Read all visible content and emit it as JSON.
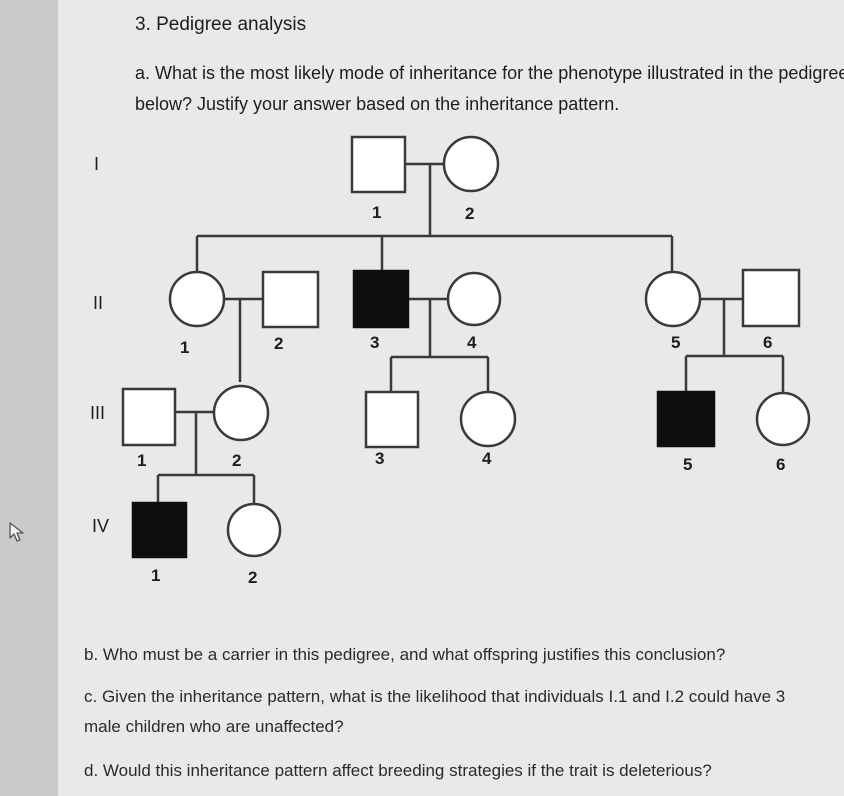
{
  "heading": "3. Pedigree analysis",
  "question_a": "a. What is the most likely mode of inheritance for the phenotype illustrated in the pedigree below? Justify your answer based on the inheritance pattern.",
  "generations": [
    "I",
    "II",
    "III",
    "IV"
  ],
  "individuals": {
    "I_1": "1",
    "I_2": "2",
    "II_1": "1",
    "II_2": "2",
    "II_3": "3",
    "II_4": "4",
    "II_5": "5",
    "II_6": "6",
    "III_1": "1",
    "III_2": "2",
    "III_3": "3",
    "III_4": "4",
    "III_5": "5",
    "III_6": "6",
    "IV_1": "1",
    "IV_2": "2"
  },
  "question_b": "b. Who must be a carrier in this pedigree, and what offspring justifies this conclusion?",
  "question_c": "c. Given the inheritance pattern, what is the likelihood that individuals I.1 and I.2 could have 3 male children who are unaffected?",
  "question_d": "d. Would this inheritance pattern affect breeding strategies if the trait is deleterious?",
  "colors": {
    "affected": "#0e0e0e",
    "unaffected": "#ffffff",
    "line": "#3a3a3a",
    "background": "#e9e9ea"
  },
  "cursor_icon": "mouse-pointer-icon"
}
